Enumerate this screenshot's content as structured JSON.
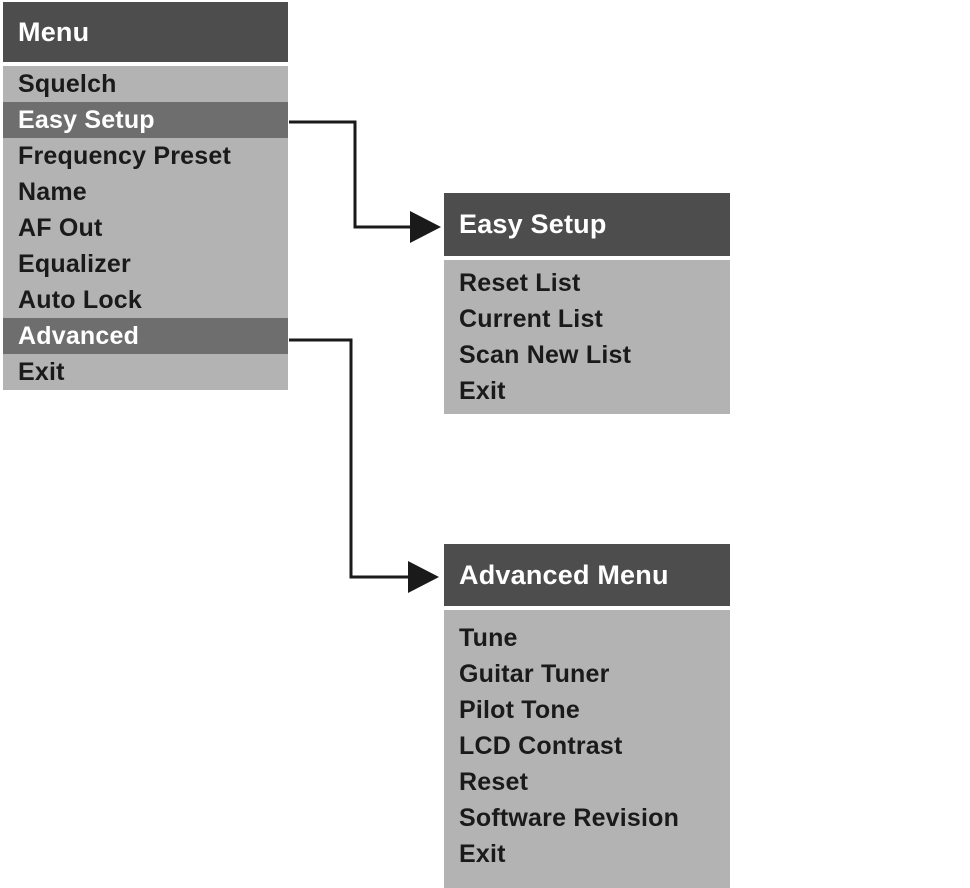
{
  "diagram": {
    "colors": {
      "header_bg": "#4d4d4d",
      "body_bg": "#b3b3b3",
      "highlight_bg": "#6e6e6e",
      "text_dark": "#1a1a1a",
      "text_light": "#ffffff",
      "arrow": "#1a1a1a"
    },
    "main_menu": {
      "title": "Menu",
      "items": [
        {
          "label": "Squelch",
          "selected": "false"
        },
        {
          "label": "Easy Setup",
          "selected": "true"
        },
        {
          "label": "Frequency Preset",
          "selected": "false"
        },
        {
          "label": "Name",
          "selected": "false"
        },
        {
          "label": "AF Out",
          "selected": "false"
        },
        {
          "label": "Equalizer",
          "selected": "false"
        },
        {
          "label": "Auto Lock",
          "selected": "false"
        },
        {
          "label": "Advanced",
          "selected": "true"
        },
        {
          "label": "Exit",
          "selected": "false"
        }
      ]
    },
    "easy_setup_menu": {
      "title": "Easy Setup",
      "items": [
        {
          "label": "Reset List"
        },
        {
          "label": "Current List"
        },
        {
          "label": "Scan New List"
        },
        {
          "label": "Exit"
        }
      ]
    },
    "advanced_menu": {
      "title": "Advanced Menu",
      "items": [
        {
          "label": "Tune"
        },
        {
          "label": "Guitar Tuner"
        },
        {
          "label": "Pilot Tone"
        },
        {
          "label": "LCD Contrast"
        },
        {
          "label": "Reset"
        },
        {
          "label": "Software Revision"
        },
        {
          "label": "Exit"
        }
      ]
    }
  }
}
